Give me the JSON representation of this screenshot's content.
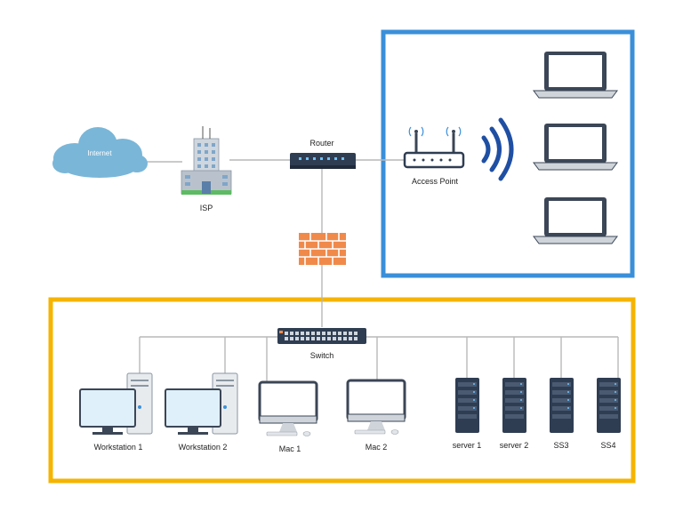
{
  "colors": {
    "wireless_zone_border": "#3a8fd9",
    "wired_zone_border": "#f5b400",
    "link_line": "#b8b8b8",
    "cloud": "#7ab6d8",
    "firewall": "#f08a4b",
    "wave": "#1f4fa3",
    "device_dark": "#3b4656",
    "monitor_screen": "#dff0fa"
  },
  "nodes": {
    "internet": {
      "label": "Internet",
      "icon": "cloud-icon"
    },
    "isp": {
      "label": "ISP",
      "icon": "building-icon"
    },
    "router": {
      "label": "Router",
      "icon": "router-icon"
    },
    "firewall": {
      "icon": "firewall-icon"
    },
    "access_point": {
      "label": "Access Point",
      "icon": "access-point-icon"
    },
    "wifi": {
      "icon": "wifi-waves-icon"
    },
    "switch": {
      "label": "Switch",
      "icon": "switch-icon"
    },
    "laptops": {
      "count": 3,
      "icon": "laptop-icon"
    },
    "workstations": [
      {
        "label": "Workstation 1"
      },
      {
        "label": "Workstation 2"
      }
    ],
    "macs": [
      {
        "label": "Mac 1"
      },
      {
        "label": "Mac 2"
      }
    ],
    "servers": [
      {
        "label": "server 1"
      },
      {
        "label": "server 2"
      },
      {
        "label": "SS3"
      },
      {
        "label": "SS4"
      }
    ]
  }
}
